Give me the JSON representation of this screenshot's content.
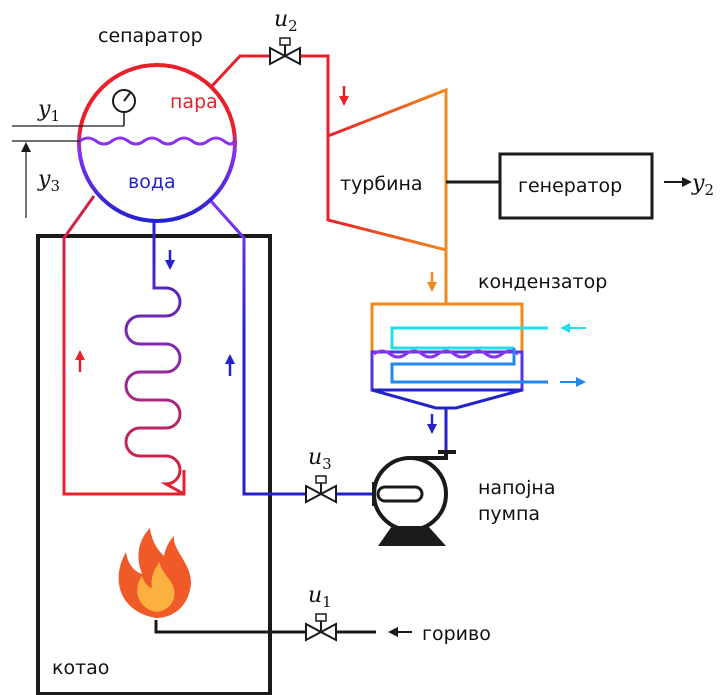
{
  "labels": {
    "separator": "сепаратор",
    "steam": "пара",
    "water": "вода",
    "turbine": "турбина",
    "generator": "генератор",
    "condenser": "кондензатор",
    "pump_line1": "напојна",
    "pump_line2": "пумпа",
    "boiler": "котао",
    "fuel": "гориво"
  },
  "signals": {
    "u1": {
      "var": "u",
      "sub": "1"
    },
    "u2": {
      "var": "u",
      "sub": "2"
    },
    "u3": {
      "var": "u",
      "sub": "3"
    },
    "y1": {
      "var": "y",
      "sub": "1"
    },
    "y2": {
      "var": "y",
      "sub": "2"
    },
    "y3": {
      "var": "y",
      "sub": "3"
    }
  },
  "colors": {
    "steam": "#e8202a",
    "water": "#2222cc",
    "mix": "#8833ee",
    "orange": "#f08a1c",
    "cool_in": "#22ddee",
    "cool_out": "#2288ee",
    "line": "#1a1a1a",
    "flame_outer": "#f05a28",
    "flame_inner": "#fbb040"
  }
}
